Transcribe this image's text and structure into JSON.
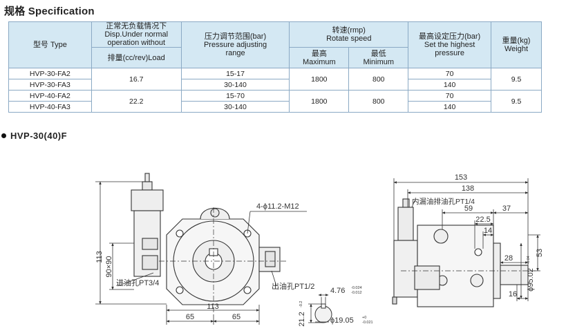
{
  "title": "规格 Specification",
  "table": {
    "h_type": "型号 Type",
    "h_disp_cn": "正常无负载情况下",
    "h_disp_en1": "Disp.Under normal",
    "h_disp_en2": "operation without",
    "h_disp_load": "排量(cc/rev)Load",
    "h_press_cn": "压力调节范围(bar)",
    "h_press_en1": "Pressure adjusting",
    "h_press_en2": "range",
    "h_speed_cn": "转速(rmp)",
    "h_speed_en": "Rotate speed",
    "h_max_cn": "最高",
    "h_max_en": "Maximum",
    "h_min_cn": "最低",
    "h_min_en": "Minimum",
    "h_set_cn": "最高设定压力(bar)",
    "h_set_en1": "Set the highest",
    "h_set_en2": "pressure",
    "h_weight_cn": "重量(kg)",
    "h_weight_en": "Weight",
    "rows": [
      {
        "type": "HVP-30-FA2",
        "press": "15-17",
        "set": "70"
      },
      {
        "type": "HVP-30-FA3",
        "press": "30-140",
        "set": "140"
      },
      {
        "type": "HVP-40-FA2",
        "press": "15-70",
        "set": "70"
      },
      {
        "type": "HVP-40-FA3",
        "press": "30-140",
        "set": "140"
      }
    ],
    "groups": [
      {
        "disp": "16.7",
        "max": "1800",
        "min": "800",
        "weight": "9.5"
      },
      {
        "disp": "22.2",
        "max": "1800",
        "min": "800",
        "weight": "9.5"
      }
    ]
  },
  "model": "HVP-30(40)F",
  "front": {
    "bolt": "4-ϕ11.2-M12",
    "dim_113v": "113",
    "dim_90": "90×90",
    "inlet": "进油孔PT3/4",
    "outlet": "出油孔PT1/2",
    "dim_113h": "113",
    "dim_65a": "65",
    "dim_65b": "65"
  },
  "key": {
    "w": "4.76",
    "w_tol1": "-0.024",
    "w_tol2": "-0.012",
    "h": "21.2",
    "h_tol": "-0.2",
    "d": "ϕ19.05",
    "d_tol1": "+0",
    "d_tol2": "-0.021"
  },
  "side": {
    "d153": "153",
    "d138": "138",
    "drain": "内漏油排油孔PT1/4",
    "d59": "59",
    "d37": "37",
    "d22": "22.5",
    "d14": "14",
    "d28": "28",
    "d53": "53",
    "d16": "16",
    "d95": "ϕ95.02",
    "d95_tol": "-0.04"
  }
}
